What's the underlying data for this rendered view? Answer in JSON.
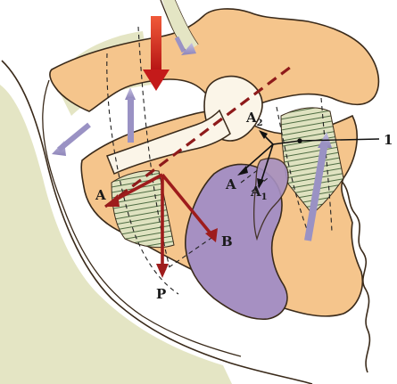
{
  "labels": {
    "a_left": "A",
    "a_mid": "A",
    "a1": "A",
    "a1_sub": "1",
    "a2": "A",
    "a2_sub": "2",
    "b": "B",
    "p": "P",
    "callout_1": "1"
  },
  "colors": {
    "background": "#ffffff",
    "bone_fill": "#f5c58c",
    "bone_outline": "#3a2a1a",
    "muscle_fill": "#a690c2",
    "fibers_green": "#5e7a4e",
    "soft_tissue": "#dfe1bf",
    "vector_red": "#a01c1c",
    "big_arrow_red": "#d22020",
    "guide_lines": "#222222",
    "lavender_arrow": "#9a92c4",
    "cartilage": "#fbf5e8"
  }
}
